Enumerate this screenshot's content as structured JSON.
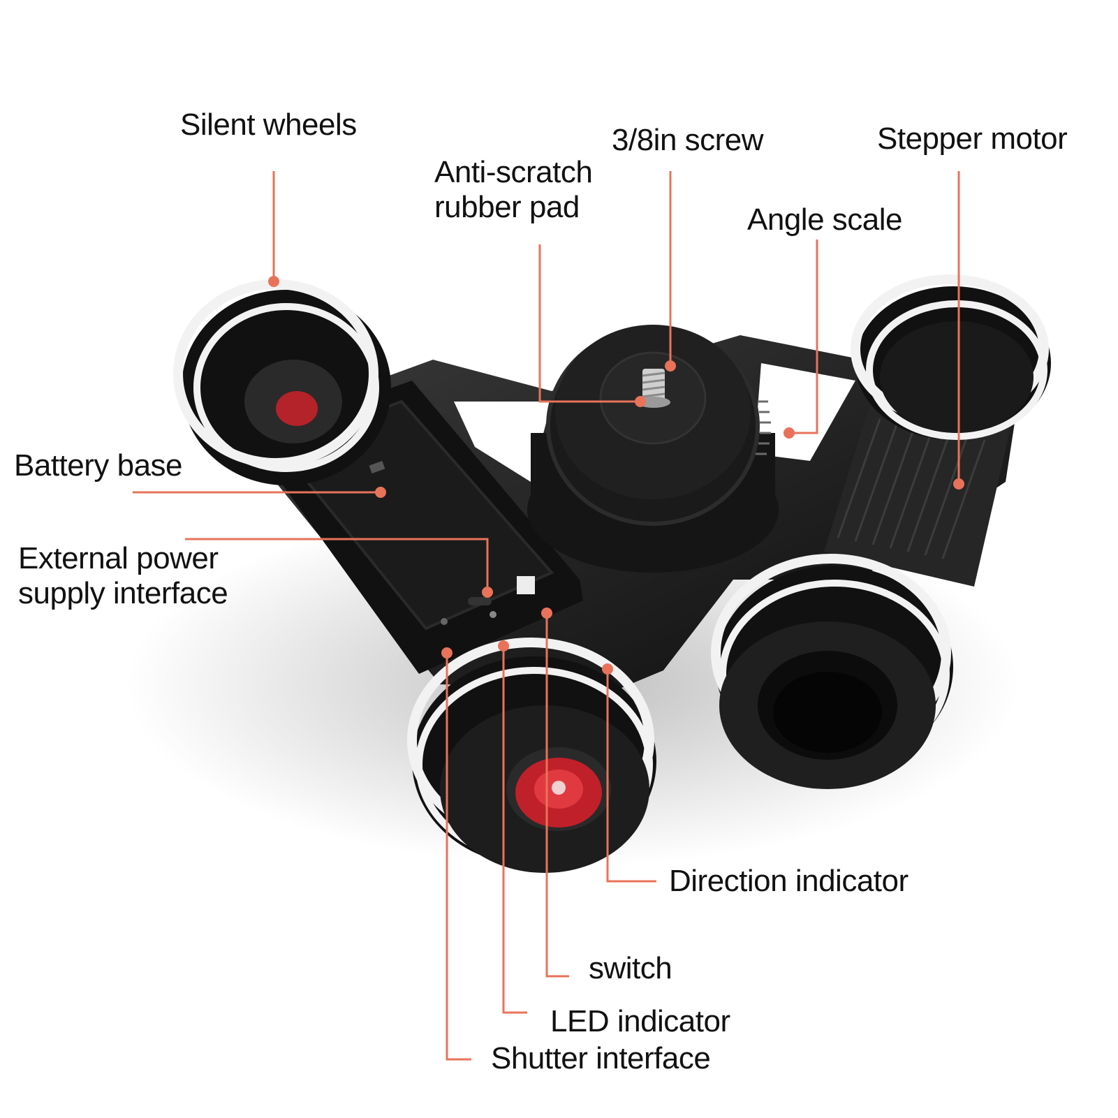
{
  "accent_color": "#e8735a",
  "callouts": {
    "silent_wheels": "Silent wheels",
    "screw": "3/8in screw",
    "stepper_motor": "Stepper motor",
    "rubber_pad_line1": "Anti-scratch",
    "rubber_pad_line2": "rubber pad",
    "angle_scale": "Angle scale",
    "battery_base": "Battery base",
    "external_power_line1": "External power",
    "external_power_line2": "supply interface",
    "direction_indicator": "Direction indicator",
    "switch": "switch",
    "led_indicator": "LED indicator",
    "shutter_interface": "Shutter interface"
  }
}
